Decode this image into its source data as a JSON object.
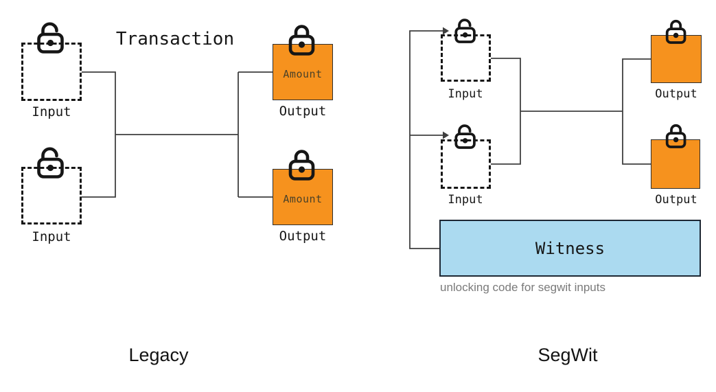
{
  "colors": {
    "orange": "#F6921E",
    "witness_blue": "#ABDAF0",
    "line": "#3f3f3f",
    "amount_text": "#4a4128",
    "caption_gray": "#7a7a7a"
  },
  "legacy": {
    "title": "Transaction",
    "inputs": [
      {
        "label": "Input"
      },
      {
        "label": "Input"
      }
    ],
    "outputs": [
      {
        "value": "Amount",
        "label": "Output"
      },
      {
        "value": "Amount",
        "label": "Output"
      }
    ],
    "footer": "Legacy"
  },
  "segwit": {
    "inputs": [
      {
        "label": "Input"
      },
      {
        "label": "Input"
      }
    ],
    "outputs": [
      {
        "label": "Output"
      },
      {
        "label": "Output"
      }
    ],
    "witness": {
      "label": "Witness",
      "caption": "unlocking code for segwit inputs"
    },
    "footer": "SegWit"
  }
}
